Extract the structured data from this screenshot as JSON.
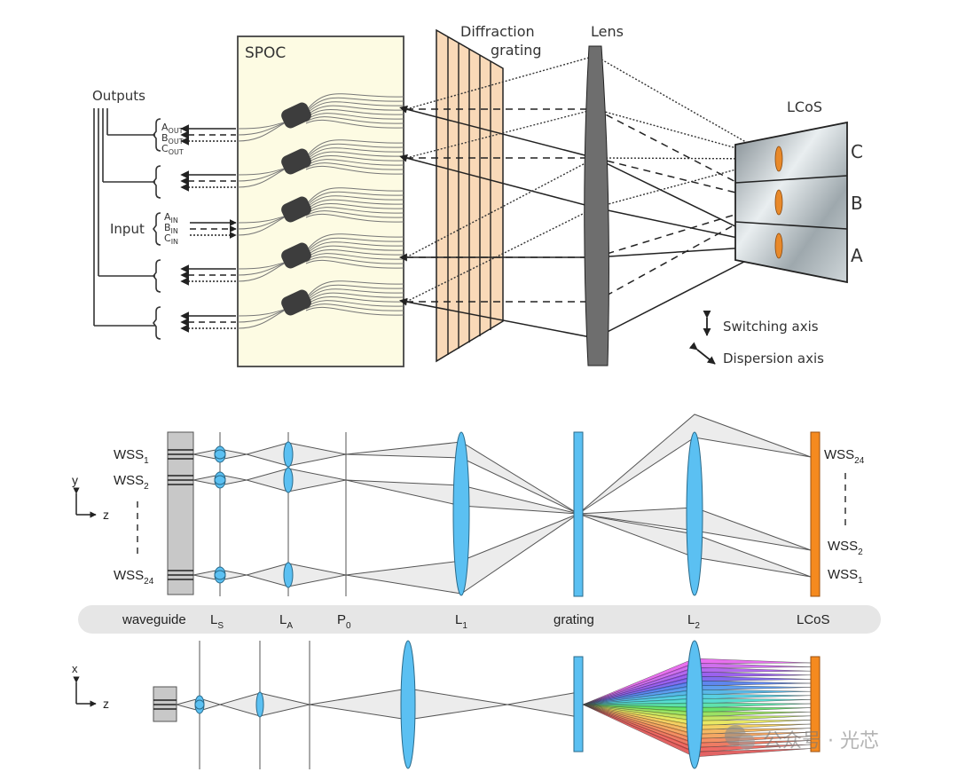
{
  "top_diagram": {
    "outputs_label": "Outputs",
    "input_label": "Input",
    "out_ports": [
      {
        "main": "A",
        "sub": "OUT"
      },
      {
        "main": "B",
        "sub": "OUT"
      },
      {
        "main": "C",
        "sub": "OUT"
      }
    ],
    "in_ports": [
      {
        "main": "A",
        "sub": "IN"
      },
      {
        "main": "B",
        "sub": "IN"
      },
      {
        "main": "C",
        "sub": "IN"
      }
    ],
    "spoc_label": "SPOC",
    "grating_label_line1": "Diffraction",
    "grating_label_line2": "grating",
    "lens_label": "Lens",
    "lcos_label": "LCoS",
    "lcos_regions": [
      "C",
      "B",
      "A"
    ],
    "legend": {
      "switching": "Switching axis",
      "dispersion": "Dispersion axis"
    },
    "colors": {
      "spoc_fill": "#fdfbe3",
      "grating_fill": "#f9d9b8",
      "lens_fill": "#6e6e6e",
      "lcos_fill": "#9aa3a8",
      "mirror_fill": "#e8892a"
    }
  },
  "bottom_diagram": {
    "yz_axes": {
      "vertical": "y",
      "horizontal": "z"
    },
    "xz_axes": {
      "vertical": "x",
      "horizontal": "z"
    },
    "left_labels": [
      {
        "main": "WSS",
        "sub": "1"
      },
      {
        "main": "WSS",
        "sub": "2"
      },
      {
        "main": "WSS",
        "sub": "24"
      }
    ],
    "right_labels": [
      {
        "main": "WSS",
        "sub": "24"
      },
      {
        "main": "WSS",
        "sub": "2"
      },
      {
        "main": "WSS",
        "sub": "1"
      }
    ],
    "component_bar": [
      {
        "main": "waveguide",
        "sub": ""
      },
      {
        "main": "L",
        "sub": "S"
      },
      {
        "main": "L",
        "sub": "A"
      },
      {
        "main": "P",
        "sub": "0"
      },
      {
        "main": "L",
        "sub": "1"
      },
      {
        "main": "grating",
        "sub": ""
      },
      {
        "main": "L",
        "sub": "2"
      },
      {
        "main": "LCoS",
        "sub": ""
      }
    ],
    "colors": {
      "optic_blue": "#5bc0f2",
      "lcos_orange": "#f58a1f",
      "waveguide_gray": "#c8c8c8",
      "beam_fill": "#ececec",
      "bar_bg": "#e6e6e6"
    }
  },
  "watermark": "公众号 · 光芯"
}
